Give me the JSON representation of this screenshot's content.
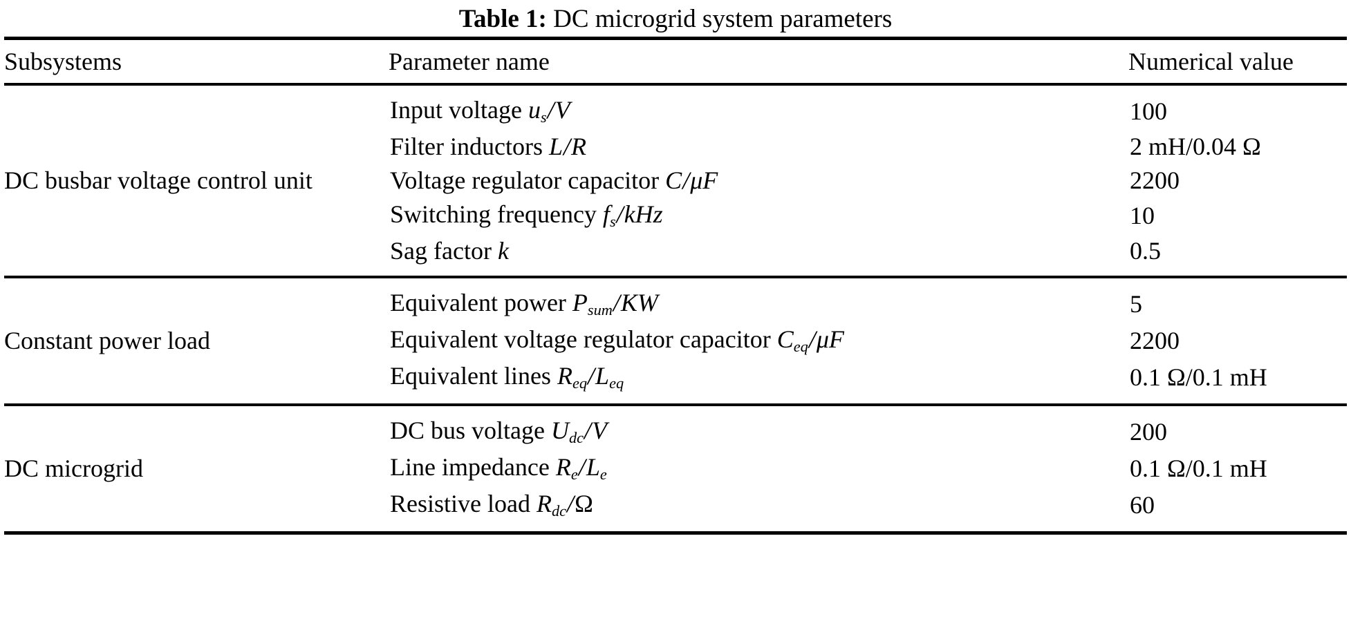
{
  "caption": {
    "label": "Table 1:",
    "text": "DC microgrid system parameters"
  },
  "columns": {
    "subsystems": "Subsystems",
    "parameter_name": "Parameter name",
    "numerical_value": "Numerical value"
  },
  "groups": [
    {
      "subsystem": "DC busbar voltage control unit",
      "rows": [
        {
          "name_plain": "Input voltage us/V",
          "name_text": "Input voltage ",
          "sym": "u",
          "sub": "s",
          "unit": "V",
          "value": "100"
        },
        {
          "name_plain": "Filter inductors L/R",
          "name_text": "Filter inductors ",
          "sym": "L",
          "sub": "",
          "unit": "R",
          "value": "2 mH/0.04 Ω"
        },
        {
          "name_plain": "Voltage regulator capacitor C/μF",
          "name_text": "Voltage regulator capacitor ",
          "sym": "C",
          "sub": "",
          "unit": "μF",
          "value": "2200"
        },
        {
          "name_plain": "Switching frequency fs/kHz",
          "name_text": "Switching frequency ",
          "sym": "f",
          "sub": "s",
          "unit": "kHz",
          "value": "10"
        },
        {
          "name_plain": "Sag factor k",
          "name_text": "Sag factor ",
          "sym": "k",
          "sub": "",
          "unit": "",
          "value": "0.5"
        }
      ]
    },
    {
      "subsystem": "Constant power load",
      "rows": [
        {
          "name_plain": "Equivalent power Psum/KW",
          "name_text": "Equivalent power ",
          "sym": "P",
          "sub": "sum",
          "unit": "KW",
          "value": "5"
        },
        {
          "name_plain": "Equivalent voltage regulator capacitor Ceq/μF",
          "name_text": "Equivalent voltage regulator capacitor ",
          "sym": "C",
          "sub": "eq",
          "unit": "μF",
          "value": "2200"
        },
        {
          "name_plain": "Equivalent lines Req/Leq",
          "name_text": "Equivalent lines ",
          "sym": "R",
          "sub": "eq",
          "unit": "Leq",
          "value": "0.1 Ω/0.1 mH"
        }
      ]
    },
    {
      "subsystem": "DC microgrid",
      "rows": [
        {
          "name_plain": "DC bus voltage Udc/V",
          "name_text": "DC bus voltage ",
          "sym": "U",
          "sub": "dc",
          "unit": "V",
          "value": "200"
        },
        {
          "name_plain": "Line impedance Re/Le",
          "name_text": "Line impedance ",
          "sym": "R",
          "sub": "e",
          "unit": "Le",
          "value": "0.1 Ω/0.1 mH"
        },
        {
          "name_plain": "Resistive load Rdc/Ω",
          "name_text": "Resistive load ",
          "sym": "R",
          "sub": "dc",
          "unit": "Ω",
          "value": "60"
        }
      ]
    }
  ]
}
